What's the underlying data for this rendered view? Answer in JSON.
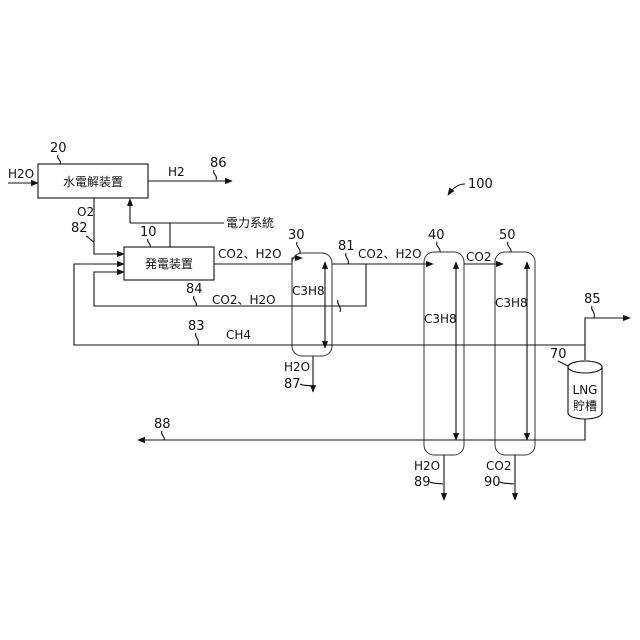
{
  "figure_ref": "100",
  "blocks": {
    "electrolyzer": {
      "ref": "20",
      "label": "水電解装置"
    },
    "generator": {
      "ref": "10",
      "label": "発電装置"
    }
  },
  "columns": [
    {
      "ref": "30",
      "label": "C3H8"
    },
    {
      "ref": "40",
      "label": "C3H8"
    },
    {
      "ref": "50",
      "label": "C3H8"
    }
  ],
  "tank": {
    "ref": "70",
    "line1": "LNG",
    "line2": "貯槽"
  },
  "streams": {
    "h2o_in": "H2O",
    "h2_out": "H2",
    "o2": "O2",
    "power_grid": "電力系統",
    "gen_out": "CO2、H2O",
    "s81": "CO2、H2O",
    "s40_50": "CO2",
    "s84": "CO2、H2O",
    "s83": "CH4",
    "s87": "H2O",
    "s89": "H2O",
    "s90": "CO2"
  },
  "refs": {
    "r86": "86",
    "r82": "82",
    "r81": "81",
    "r84": "84",
    "r83": "83",
    "r85": "85",
    "r87": "87",
    "r88": "88",
    "r89": "89",
    "r90": "90"
  }
}
